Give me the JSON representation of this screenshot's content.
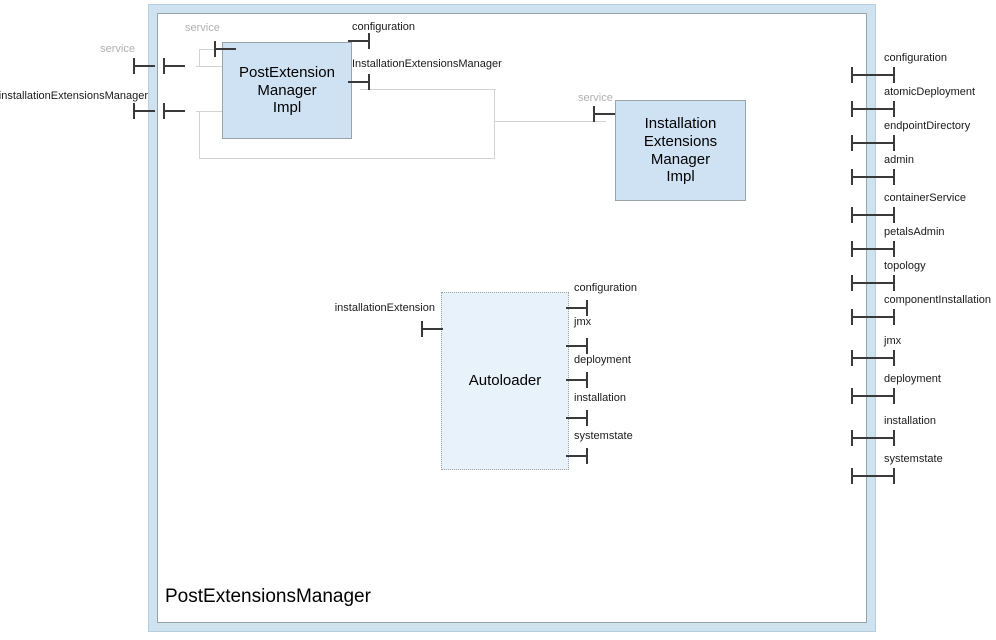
{
  "diagram": {
    "title": "PostExtensionsManager",
    "colors": {
      "frame_band": "#cfe2ef",
      "frame_border": "#9aa3a8",
      "component_fill": "#cfe2f3",
      "subcomponent_fill": "#e8f2fa",
      "wire": "#d2d2d2",
      "port_glyph": "#3a3a3a",
      "label_muted": "#b0b0b0"
    },
    "components": [
      {
        "id": "post-extension-manager-impl",
        "label": "PostExtension\nManager\nImpl",
        "lines": [
          "PostExtension",
          "Manager",
          "Impl"
        ],
        "style": "solid"
      },
      {
        "id": "installation-extensions-manager-impl",
        "label": "Installation\nExtensions\nManager\nImpl",
        "lines": [
          "Installation",
          "Extensions",
          "Manager",
          "Impl"
        ],
        "style": "solid"
      },
      {
        "id": "autoloader",
        "label": "Autoloader",
        "lines": [
          "Autoloader"
        ],
        "style": "dotted"
      }
    ],
    "external_ports_left": [
      {
        "label": "service",
        "muted": true
      },
      {
        "label": "installationExtensionsManager",
        "muted": false
      }
    ],
    "external_ports_right": [
      {
        "label": "configuration"
      },
      {
        "label": "atomicDeployment"
      },
      {
        "label": "endpointDirectory"
      },
      {
        "label": "admin"
      },
      {
        "label": "containerService"
      },
      {
        "label": "petalsAdmin"
      },
      {
        "label": "topology"
      },
      {
        "label": "componentInstallation"
      },
      {
        "label": "jmx"
      },
      {
        "label": "deployment"
      },
      {
        "label": "installation"
      },
      {
        "label": "systemstate"
      }
    ],
    "pem_ports": {
      "left": [
        {
          "label": "service",
          "muted": true
        }
      ],
      "right": [
        {
          "label": "configuration",
          "muted": false
        },
        {
          "label": "InstallationExtensionsManager",
          "muted": false
        }
      ]
    },
    "iem_ports": {
      "left": [
        {
          "label": "service",
          "muted": true
        }
      ]
    },
    "autoloader_ports": {
      "left": [
        {
          "label": "installationExtension"
        }
      ],
      "right": [
        {
          "label": "configuration"
        },
        {
          "label": "jmx"
        },
        {
          "label": "deployment"
        },
        {
          "label": "installation"
        },
        {
          "label": "systemstate"
        }
      ]
    }
  }
}
